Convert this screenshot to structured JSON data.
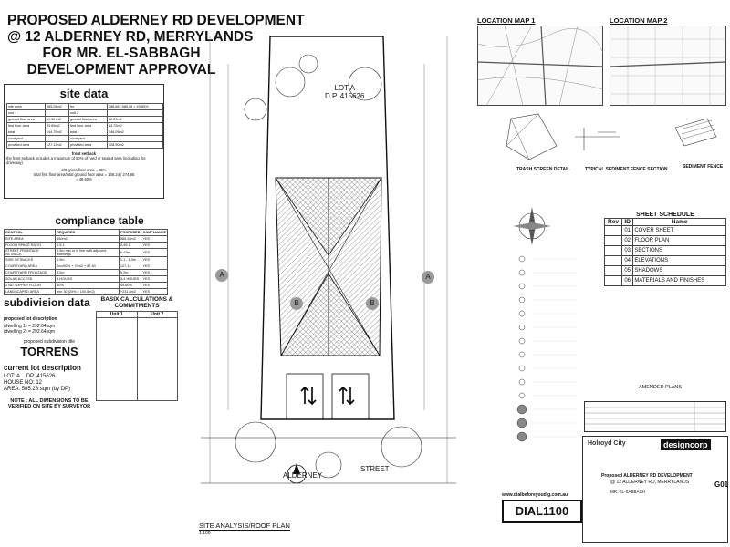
{
  "title": {
    "line1": "PROPOSED ALDERNEY RD DEVELOPMENT",
    "line2": "@ 12 ALDERNEY RD, MERRYLANDS",
    "line3": "FOR MR. EL-SABBAGH",
    "line4": "DEVELOPMENT APPROVAL"
  },
  "site_data": {
    "heading": "site data",
    "rows": [
      [
        "site area",
        "585.28m2",
        "fsr",
        "288.68 / 585.28 = 49.85%"
      ],
      [
        "unit 1",
        "",
        "unit 2",
        ""
      ],
      [
        "ground floor area",
        "61.10 m2",
        "ground floor area",
        "62.37m2"
      ],
      [
        "first floor area",
        "83.69m2",
        "first floor area",
        "83.72m2"
      ],
      [
        "total",
        "144.79m2",
        "total",
        "146.09m2"
      ],
      [
        "courtyard",
        "",
        "courtyard",
        ""
      ],
      [
        "provided area",
        "127.13m2",
        "provided area",
        "128.90m2"
      ]
    ],
    "front_setback_label": "front setback",
    "front_setback_text": "the front setback includes a maximum of 50% of hard or sealed area (including the driveway)",
    "gross_label": "2/3 gross floor area = 66%",
    "gross_text": "total first floor area/total ground floor area = 136.24 / 274.86",
    "gross_result": "= 49.60%"
  },
  "compliance": {
    "heading": "compliance table",
    "columns": [
      "CONTROL",
      "REQUIRED",
      "PROPOSED",
      "COMPLIANCE"
    ],
    "rows": [
      [
        "SITE AREA",
        "450m2",
        "585.28m2",
        "YES"
      ],
      [
        "FLOOR SPACE RATIO",
        "0.5:1",
        "0.49:1",
        "YES"
      ],
      [
        "STREET FRONTAGE SETBACK",
        "5.5m min or in line with adjacent dwellings",
        "6.42m",
        "YES"
      ],
      [
        "SIDE SETBACKS",
        "0.9m",
        "1.1 - 1.3m",
        "YES"
      ],
      [
        "COURTYARD AREA",
        "2no/50% + 70m2 + 87.40",
        "127.13",
        "YES"
      ],
      [
        "COURTYARD FRONTAGE",
        "5.2m",
        "5.2m",
        "YES"
      ],
      [
        "SOLAR ACCESS",
        "3 HOURS",
        "3-4 HOURS",
        "YES"
      ],
      [
        "2 ND / UPPER FLOOR",
        "60%",
        "49.60%",
        "YES"
      ],
      [
        "LANDSCAPED AREA",
        "min 30 (20% = 100.5m2)",
        "+231.8m2",
        "YES"
      ]
    ]
  },
  "subdivision": {
    "heading": "subdivision data",
    "lot_desc_label": "proposed lot description",
    "dwelling1": "(dwelling 1) = 292.64sqm",
    "dwelling2": "(dwelling 2) = 292.64sqm",
    "title_label": "proposed subdivision title",
    "title_value": "TORRENS",
    "current_heading": "current lot description",
    "lot": "LOT: A",
    "dp": "DP: 415626",
    "house": "HOUSE NO: 12",
    "area": "AREA: 585.28 sqm (by DP)",
    "note": "NOTE : ALL DIMENSIONS TO BE VERIFIED ON SITE BY SURVEYOR"
  },
  "basix": {
    "heading": "BASIX CALCULATIONS & COMMITMENTS",
    "unit1": "Unit 1",
    "unit2": "Unit 2"
  },
  "plan": {
    "lot_label": "LOT A",
    "dp_label": "D.P. 415626",
    "street1": "ALDERNEY",
    "street2": "STREET",
    "caption": "SITE ANALYSIS/ROOF PLAN",
    "scale": "1:100",
    "marker_a": "A",
    "marker_b": "B"
  },
  "location_maps": {
    "map1": "LOCATION MAP 1",
    "map2": "LOCATION MAP 2"
  },
  "details": {
    "trash": "TRASH SCREEN DETAIL",
    "sediment_section": "TYPICAL SEDIMENT FENCE SECTION",
    "sediment_fence": "SEDIMENT FENCE"
  },
  "sheet_schedule": {
    "heading": "SHEET SCHEDULE",
    "columns": [
      "Rev",
      "ID",
      "Name"
    ],
    "rows": [
      [
        "",
        "01",
        "COVER SHEET"
      ],
      [
        "",
        "02",
        "FLOOR PLAN"
      ],
      [
        "",
        "03",
        "SECTIONS"
      ],
      [
        "",
        "04",
        "ELEVATIONS"
      ],
      [
        "",
        "05",
        "SHADOWS"
      ],
      [
        "",
        "06",
        "MATERIALS AND FINISHES"
      ]
    ]
  },
  "title_block": {
    "amended": "AMENDED PLANS",
    "council": "Holroyd City",
    "company": "designcorp",
    "project": "Proposed ALDERNEY RD DEVELOPMENT",
    "address": "@ 12 ALDERNEY RD, MERRYLANDS",
    "client": "MR. EL-SABBAGH",
    "dial": "DIAL1100",
    "dial_web": "www.dialbeforeyoudig.com.au",
    "sheet": "G01"
  },
  "colors": {
    "ink": "#111111",
    "marker_fill": "#9a9a9a",
    "hatch": "#555555"
  }
}
